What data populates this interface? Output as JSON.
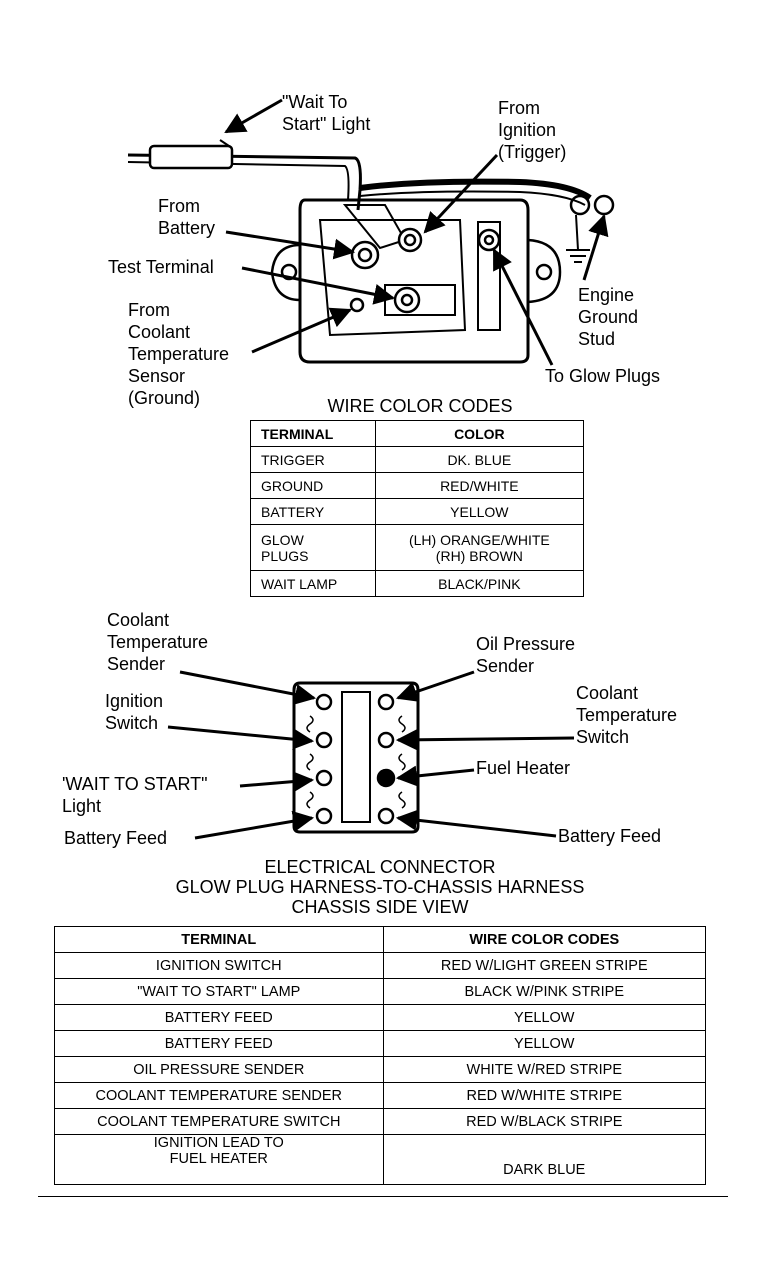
{
  "top_diagram": {
    "labels": {
      "wait_light": "\"Wait To\nStart\" Light",
      "from_ignition": "From\nIgnition\n(Trigger)",
      "from_battery": "From\nBattery",
      "test_terminal": "Test Terminal",
      "from_coolant": "From\nCoolant\nTemperature\nSensor\n(Ground)",
      "engine_ground": "Engine\nGround\nStud",
      "to_glow_plugs": "To Glow Plugs"
    }
  },
  "wire_color_codes": {
    "title": "WIRE COLOR CODES",
    "headers": [
      "TERMINAL",
      "COLOR"
    ],
    "rows": [
      [
        "TRIGGER",
        "DK. BLUE"
      ],
      [
        "GROUND",
        "RED/WHITE"
      ],
      [
        "BATTERY",
        "YELLOW"
      ],
      [
        "GLOW\nPLUGS",
        "(LH) ORANGE/WHITE\n(RH) BROWN"
      ],
      [
        "WAIT LAMP",
        "BLACK/PINK"
      ]
    ]
  },
  "connector_diagram": {
    "labels": {
      "coolant_temp_sender": "Coolant\nTemperature\nSender",
      "ignition_switch": "Ignition\nSwitch",
      "wait_to_start_light": "'WAIT TO START\"\nLight",
      "battery_feed_left": "Battery Feed",
      "oil_pressure_sender": "Oil Pressure\nSender",
      "coolant_temp_switch": "Coolant\nTemperature\nSwitch",
      "fuel_heater": "Fuel Heater",
      "battery_feed_right": "Battery Feed"
    },
    "title": "ELECTRICAL CONNECTOR\nGLOW PLUG HARNESS-TO-CHASSIS HARNESS\nCHASSIS SIDE VIEW"
  },
  "connector_table": {
    "headers": [
      "TERMINAL",
      "WIRE COLOR CODES"
    ],
    "rows": [
      [
        "IGNITION SWITCH",
        "RED W/LIGHT GREEN STRIPE"
      ],
      [
        "\"WAIT TO START\" LAMP",
        "BLACK W/PINK STRIPE"
      ],
      [
        "BATTERY FEED",
        "YELLOW"
      ],
      [
        "BATTERY FEED",
        "YELLOW"
      ],
      [
        "OIL PRESSURE SENDER",
        "WHITE W/RED STRIPE"
      ],
      [
        "COOLANT TEMPERATURE SENDER",
        "RED W/WHITE STRIPE"
      ],
      [
        "COOLANT TEMPERATURE SWITCH",
        "RED W/BLACK STRIPE"
      ],
      [
        "IGNITION LEAD TO\nFUEL HEATER",
        "DARK BLUE"
      ]
    ]
  }
}
